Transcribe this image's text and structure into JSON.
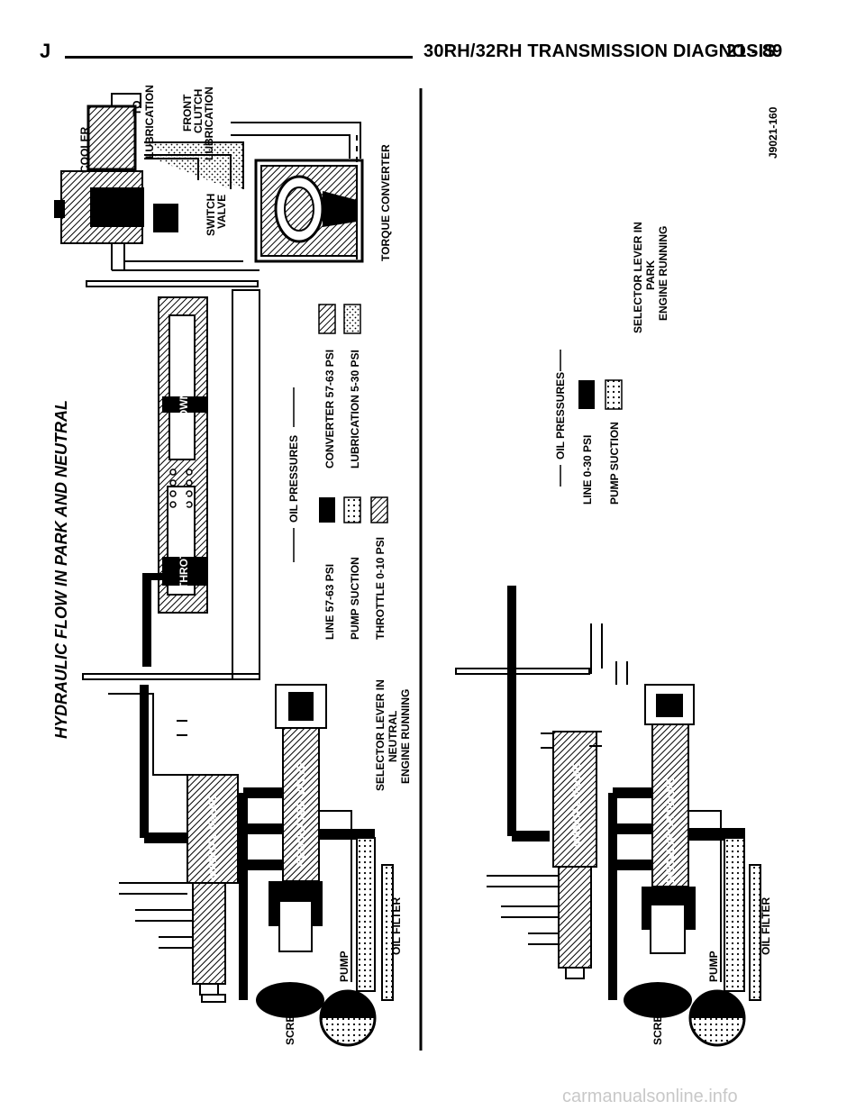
{
  "header": {
    "section_letter": "J",
    "title": "30RH/32RH TRANSMISSION DIAGNOSIS",
    "page_number": "21 - 89"
  },
  "figure": {
    "title": "HYDRAULIC FLOW IN PARK AND NEUTRAL",
    "figure_id": "J9021-160",
    "neutral": {
      "labels": {
        "cooler": "COOLER",
        "to_lubrication_1": "TO",
        "to_lubrication_2": "LUBRICATION",
        "front_clutch_1": "FRONT",
        "front_clutch_2": "CLUTCH",
        "front_clutch_3": "LUBRICATION",
        "switch_valve_1": "SWITCH",
        "switch_valve_2": "VALVE",
        "torque_converter": "TORQUE CONVERTER",
        "kickdown_valve": "KICKDOWN VALVE",
        "throttle_valve": "THROTTLE VALVE",
        "manual_valve": "MANUAL VALVE",
        "regulator_valve": "REGULATOR VALVE",
        "screen": "SCREEN",
        "pump": "PUMP",
        "oil_filter": "OIL FILTER"
      },
      "selector_1": "SELECTOR LEVER IN",
      "selector_2": "NEUTRAL",
      "selector_3": "ENGINE RUNNING",
      "legend_title": "OIL PRESSURES",
      "legend": {
        "line": "LINE 57-63 PSI",
        "pump_suction": "PUMP SUCTION",
        "throttle": "THROTTLE 0-10 PSI",
        "converter": "CONVERTER 57-63 PSI",
        "lubrication": "LUBRICATION 5-30 PSI"
      }
    },
    "park": {
      "labels": {
        "manual_valve": "MANUAL VALVE",
        "regulator_valve": "REGULATOR VALVE",
        "screen": "SCREEN",
        "pump": "PUMP",
        "oil_filter": "OIL FILTER"
      },
      "selector_1": "SELECTOR LEVER IN",
      "selector_2": "PARK",
      "selector_3": "ENGINE RUNNING",
      "legend_title": "OIL PRESSURES",
      "legend": {
        "line": "LINE 0-30 PSI",
        "pump_suction": "PUMP SUCTION"
      }
    }
  },
  "watermark": "carmanualsonline.info"
}
